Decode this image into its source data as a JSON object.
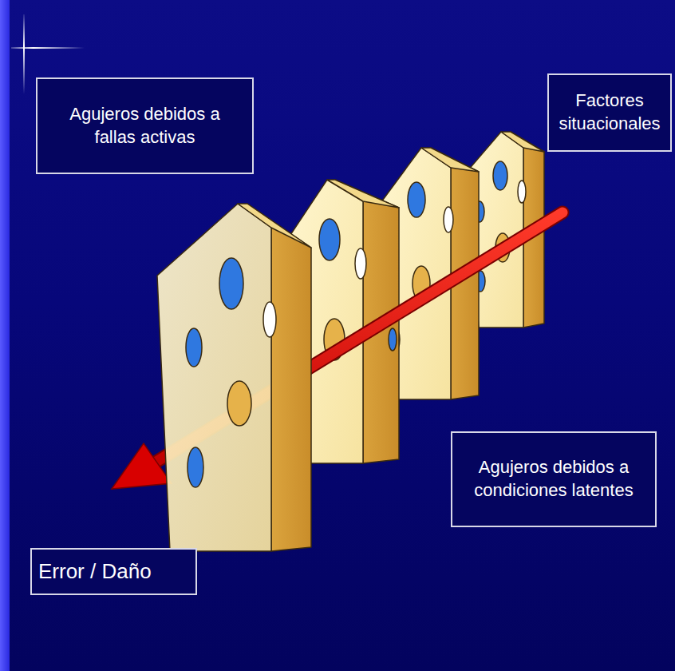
{
  "diagram": {
    "nodes": [
      {
        "text": [
          "Agujeros debidos a fallas activas"
        ]
      },
      {
        "text": [
          "Factores situacionales"
        ]
      },
      {
        "text": [
          "Agujeros debidos a condiciones latentes"
        ]
      },
      {
        "text": [
          "Error / Daño"
        ]
      }
    ]
  }
}
